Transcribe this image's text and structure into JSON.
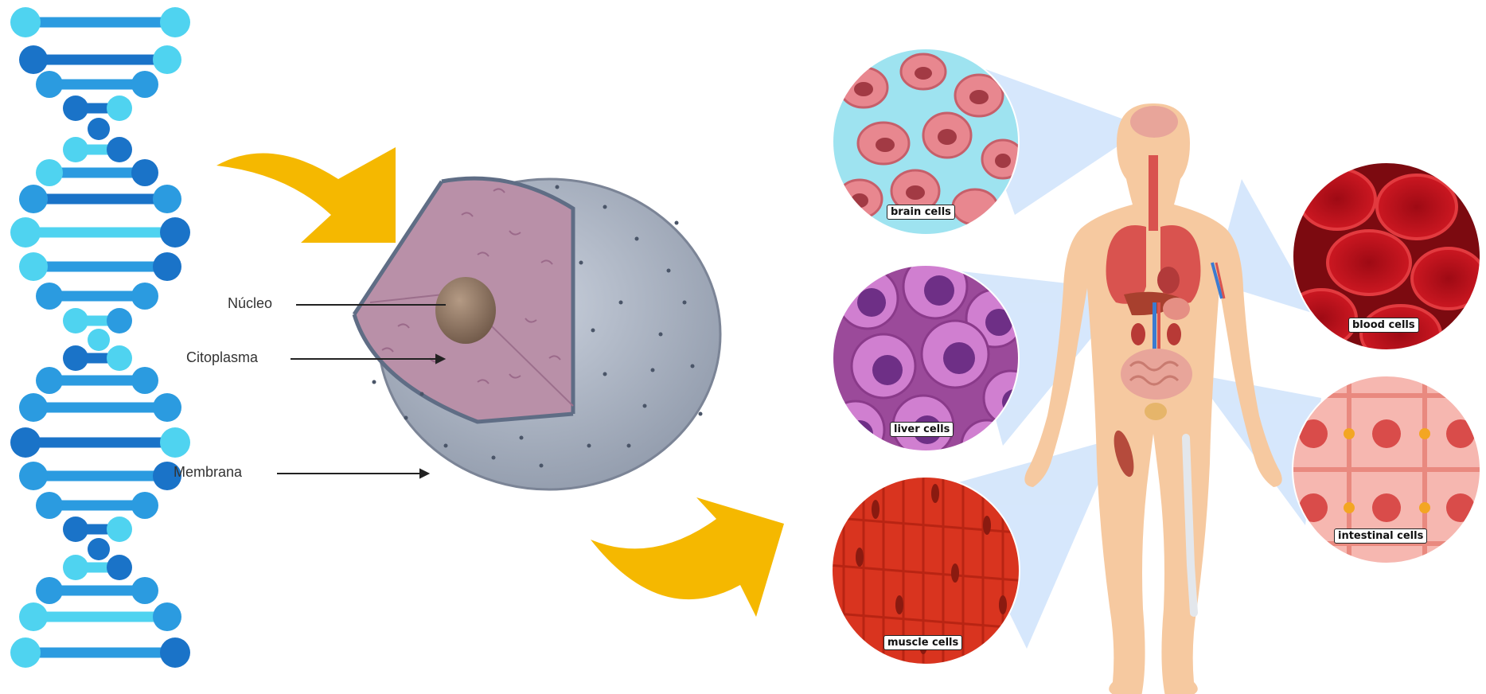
{
  "cell_diagram": {
    "labels": {
      "nucleus": "Núcleo",
      "cytoplasm": "Citoplasma",
      "membrane": "Membrana"
    }
  },
  "cell_types": {
    "brain": "brain cells",
    "liver": "liver cells",
    "muscle": "muscle cells",
    "blood": "blood cells",
    "intestinal": "intestinal cells"
  },
  "colors": {
    "arrow": "#f5b800",
    "dna_dark": "#1a73c8",
    "dna_mid": "#2b9be0",
    "dna_light": "#4fd3f0",
    "skin": "#f6c9a0",
    "beam": "#cfe3fb"
  },
  "icons": [
    "dna-helix-icon",
    "curved-arrow-icon",
    "cell-cross-section-icon",
    "human-body-icon"
  ]
}
